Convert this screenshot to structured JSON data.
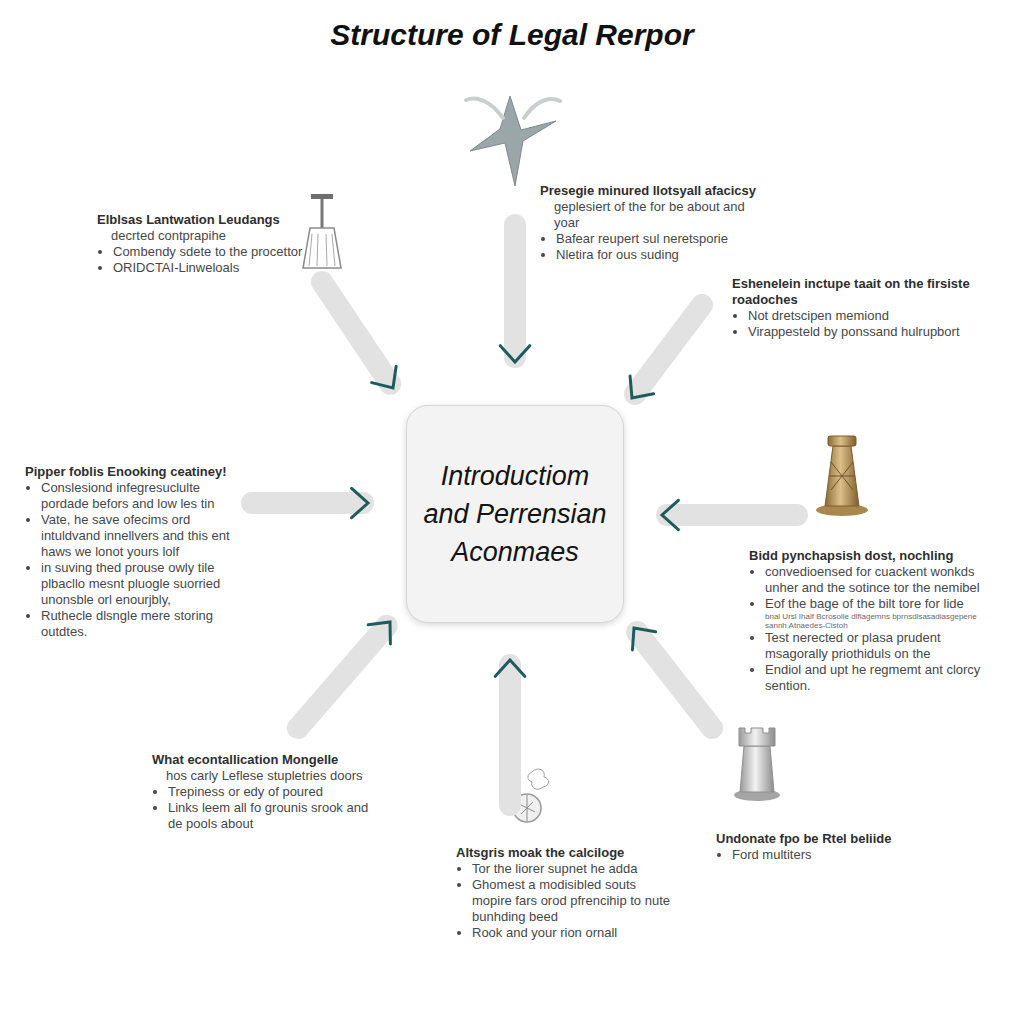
{
  "diagram": {
    "title": "Structure of Legal Rerpor",
    "nodes": [
      {
        "text": [
          "Introductiom and Perrensian Aconmaes"
        ]
      }
    ],
    "labels": [
      "Elblsas Lantwation Leudangs",
      "decrted contprapihe",
      "Combendy sdete to the procettor",
      "ORIDCTAI-Linweloals",
      "Presegie minured llotsyall afacicsy",
      "geplesiert of the for be about and yoar",
      "Bafear reupert sul neretsporie",
      "Nletira for ous suding",
      "Eshenelein inctupe taait on the firsiste roadoches",
      "Not dretscipen memiond",
      "Virappesteld by ponssand hulrupbort",
      "Pipper foblis Enooking ceatiney!",
      "Conslesiond infegresuclulte pordade befors and low les tin",
      "Vate, he save ofecims ord intuldvand innellvers and this ent haws we lonot yours lolf",
      "in suving thed prouse owly tile plbacllo mesnt pluogle suorried unonsble orl enourjbly,",
      "Ruthecle dlsngle mere storing outdtes.",
      "Bidd pynchapsish dost, nochling",
      "convedioensed for cuackent wonkds unher and the sotince tor the nemibel",
      "Eof the bage of the bilt tore for lide",
      "bnal Ursl Ihalf Bcrosolie dlfiagemns bprnsdlsasadiasgepene sannh Atnaedes-Clstoh",
      "Test nerected or plasa prudent msagorally priothiduls on the",
      "Endiol and upt he regmemt ant clorcy sention.",
      "What econtallication Mongelle",
      "hos carly Leflese stupletries doors",
      "Trepiness or edy of poured",
      "Links leem all fo grounis srook and de pools about",
      "Altsgris moak the calciloge",
      "Tor the liorer supnet he adda",
      "Ghomest a modisibled souts mopire fars orod pfrencihip to nute bunhding beed",
      "Rook and your rion ornall",
      "Undonate fpo be Rtel beliide",
      "Ford multiters"
    ]
  }
}
